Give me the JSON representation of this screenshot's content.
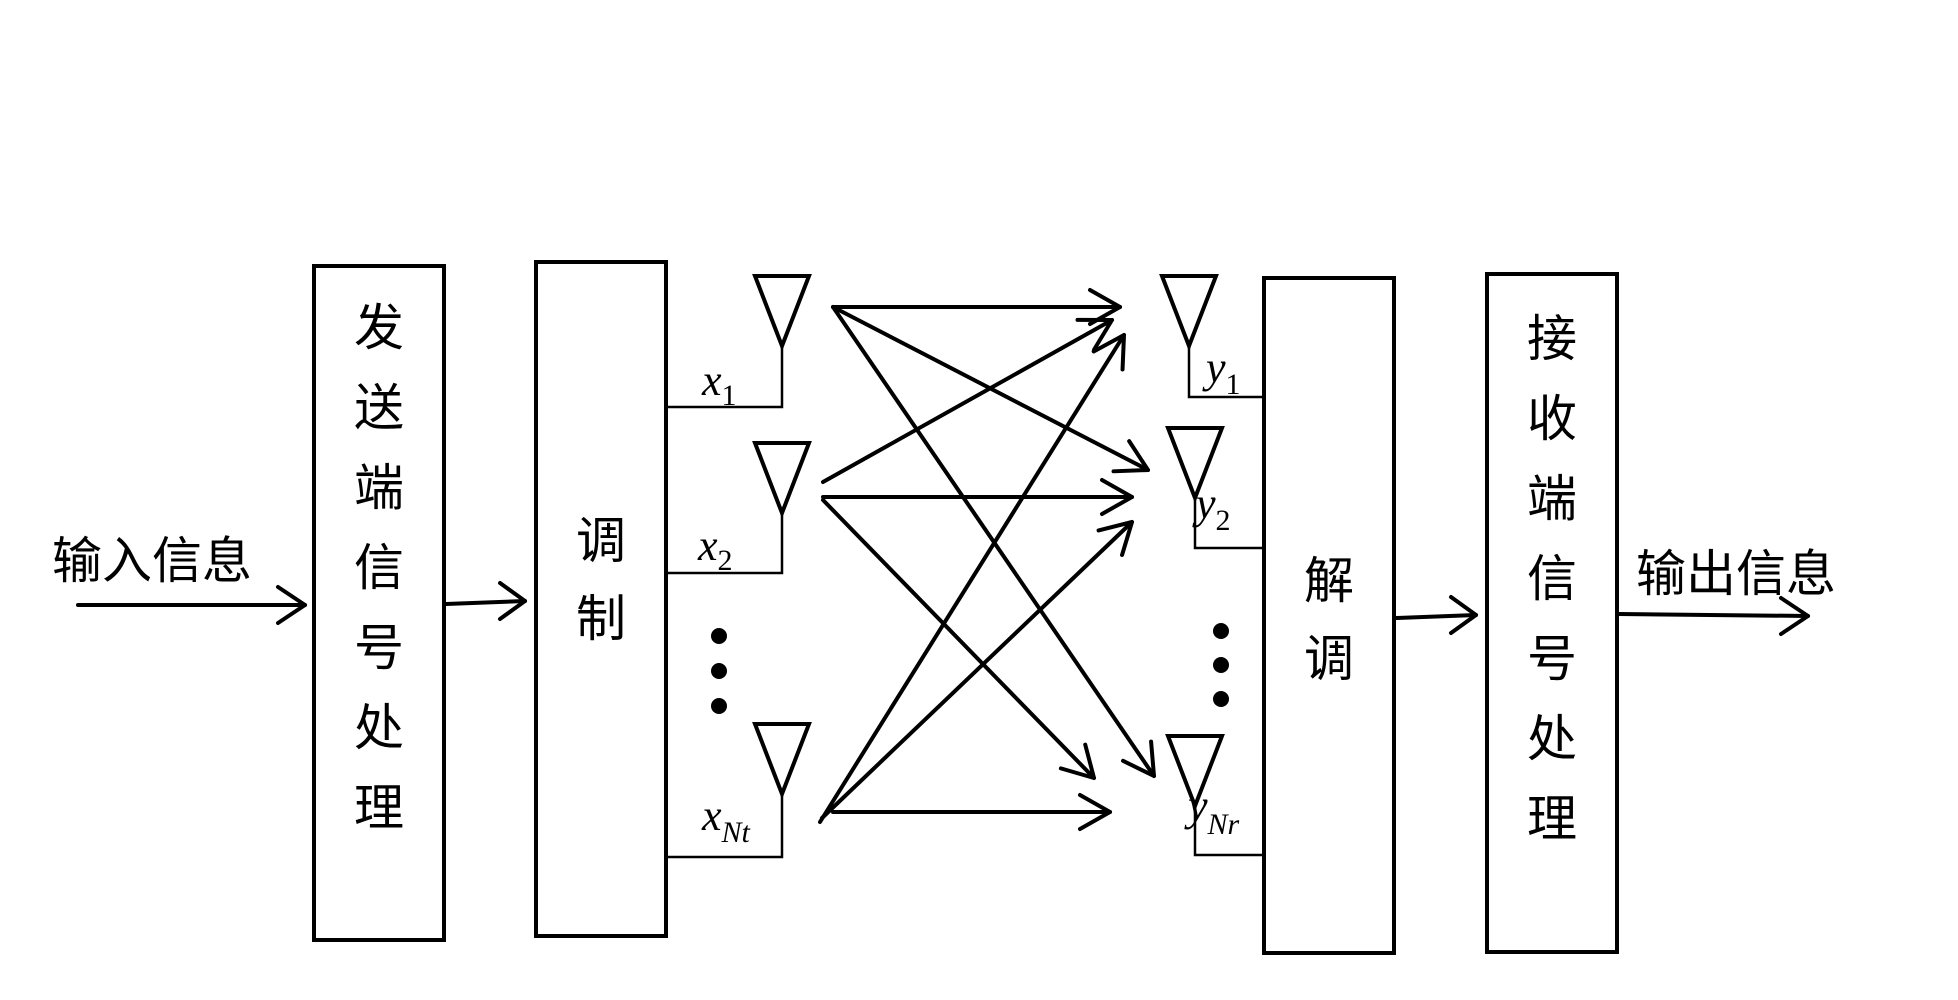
{
  "input_label": "输入信息",
  "output_label": "输出信息",
  "tx_processing_label": "发送端信号处理",
  "modulation_label": "调制",
  "demodulation_label": "解调",
  "rx_processing_label": "接收端信号处理",
  "tx_signals": [
    {
      "symbol": "x",
      "subscript": "1"
    },
    {
      "symbol": "x",
      "subscript": "2"
    },
    {
      "symbol": "x",
      "subscript": "Nt"
    }
  ],
  "rx_signals": [
    {
      "symbol": "y",
      "subscript": "1"
    },
    {
      "symbol": "y",
      "subscript": "2"
    },
    {
      "symbol": "y",
      "subscript": "Nr"
    }
  ]
}
